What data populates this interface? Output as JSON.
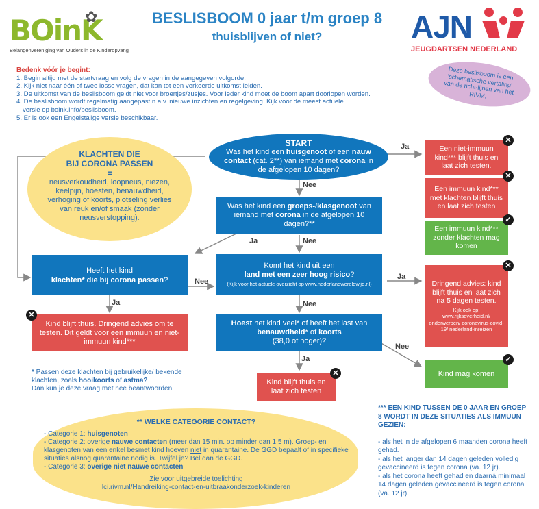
{
  "header": {
    "boink_logo": "BOinK",
    "boink_sub": "Belangenvereniging van Ouders in de Kinderopvang",
    "title_line1": "BESLISBOOM 0 jaar t/m groep 8",
    "title_line2": "thuisblijven of niet?",
    "ajn_logo": "AJN",
    "ajn_sub": "JEUGDARTSEN NEDERLAND"
  },
  "intro": {
    "heading": "Bedenk vóór je begint:",
    "items": [
      "1. Begin altijd met de startvraag en volg de vragen in de aangegeven volgorde.",
      "2. Kijk niet naar één of twee losse vragen, dat kan tot een verkeerde uitkomst leiden.",
      "3. De uitkomst van de beslisboom geldt niet voor broertjes/zusjes. Voor ieder kind moet de boom apart doorlopen worden.",
      "4. De beslisboom wordt regelmatig aangepast n.a.v. nieuwe inzichten en regelgeving. Kijk voor de meest actuele",
      "versie op boink.info/beslisboom.",
      "5. Er is ook een Engelstalige versie beschikbaar."
    ]
  },
  "schema_note": "Deze beslisboom is een 'schematische vertaling' van de richt-lijnen van het RIVM.",
  "klachten": {
    "title1": "KLACHTEN DIE",
    "title2": "BIJ CORONA PASSEN",
    "eq": "=",
    "text": "neusverkoudheid, loopneus, niezen, keelpijn, hoesten, benauwdheid, verhoging of koorts, plotseling verlies van reuk en/of smaak (zonder neusverstopping)."
  },
  "start": {
    "title": "START",
    "t1": "Was het kind een ",
    "b1": "huisgenoot",
    "t2": " of een ",
    "b2": "nauw contact",
    "t3": " (cat. 2**) van iemand met ",
    "b3": "corona",
    "t4": " in de afgelopen 10 dagen?"
  },
  "q2": {
    "t1": "Was het kind een ",
    "b1": "groeps-/klasgenoot",
    "t2": " van iemand met ",
    "b2": "corona",
    "t3": " in de afgelopen 10 dagen?**"
  },
  "q3": {
    "t1": "Komt het kind uit een",
    "b1": "land met een zeer hoog risico",
    "t2": "?",
    "small": "(Kijk voor het actuele overzicht op www.nederlandwereldwijd.nl)"
  },
  "q4": {
    "b1": "Hoest",
    "t1": " het kind veel* of heeft het last van ",
    "b2": "benauwdheid",
    "t2": "* of ",
    "b3": "koorts",
    "t3": "(38,0 of hoger)?"
  },
  "qk": {
    "t1": "Heeft het kind",
    "b1": "klachten* die bij corona passen",
    "t2": "?"
  },
  "outcomes": {
    "r1": "Een niet-immuun kind*** blijft thuis en laat zich testen.",
    "r2": "Een immuun kind*** met klachten blijft thuis en laat zich testen",
    "g1": "Een immuun kind*** zonder klachten mag komen",
    "r3": "Dringend advies: kind blijft thuis en laat zich na 5 dagen testen.",
    "r3_small": "Kijk ook op: www.rijksoverheid.nl/ onderwerpen/ coronavirus-covid-19/ nederland-inreizen",
    "g2": "Kind mag komen",
    "r4": "Kind blijft thuis en laat zich testen",
    "r5": "Kind blijft thuis. Dringend advies om te testen. Dit geldt voor een immuun en niet-immuun kind***"
  },
  "labels": {
    "ja": "Ja",
    "nee": "Nee"
  },
  "footnote": {
    "star": "*",
    "t1": " Passen deze klachten bij gebruikelijke/ bekende klachten, zoals ",
    "b1": "hooikoorts",
    "t2": " of ",
    "b2": "astma?",
    "t3": "Dan kun je deze vraag met nee beantwoorden."
  },
  "categorie": {
    "title": "** WELKE CATEGORIE CONTACT?",
    "c1a": "- Categorie 1: ",
    "c1b": "huisgenoten",
    "c2a": "- Categorie 2: overige ",
    "c2b": "nauwe contacten",
    "c2c": " (meer dan 15 min. op minder dan 1,5 m). Groep- en klasgenoten van een enkel besmet kind hoeven ",
    "c2d": "niet",
    "c2e": " in quarantaine. De GGD bepaalt of in specifieke situaties alsnog quarantaine nodig is. Twijfel je? Bel dan de GGD.",
    "c3a": "- Categorie 3: ",
    "c3b": "overige niet nauwe contacten",
    "see": "Zie voor uitgebreide toelichting",
    "link": "lci.rivm.nl/Handreiking-contact-en-uitbraakonderzoek-kinderen"
  },
  "immuun": {
    "title": "*** EEN KIND TUSSEN DE 0 JAAR EN GROEP 8 WORDT IN DEZE SITUATIES ALS IMMUUN GEZIEN:",
    "i1": "- als het in de afgelopen 6 maanden corona heeft gehad.",
    "i2": "- als het langer dan 14 dagen geleden volledig gevaccineerd is tegen corona (va. 12 jr).",
    "i3": "- als het corona heeft gehad en daarná minimaal 14 dagen geleden gevaccineerd is tegen corona (va. 12 jr)."
  },
  "colors": {
    "blue": "#1176bd",
    "red": "#e0524f",
    "green": "#63b54a",
    "yellow": "#fbe28a",
    "lilac": "#d8b3d8",
    "title_blue": "#2a83c4"
  }
}
